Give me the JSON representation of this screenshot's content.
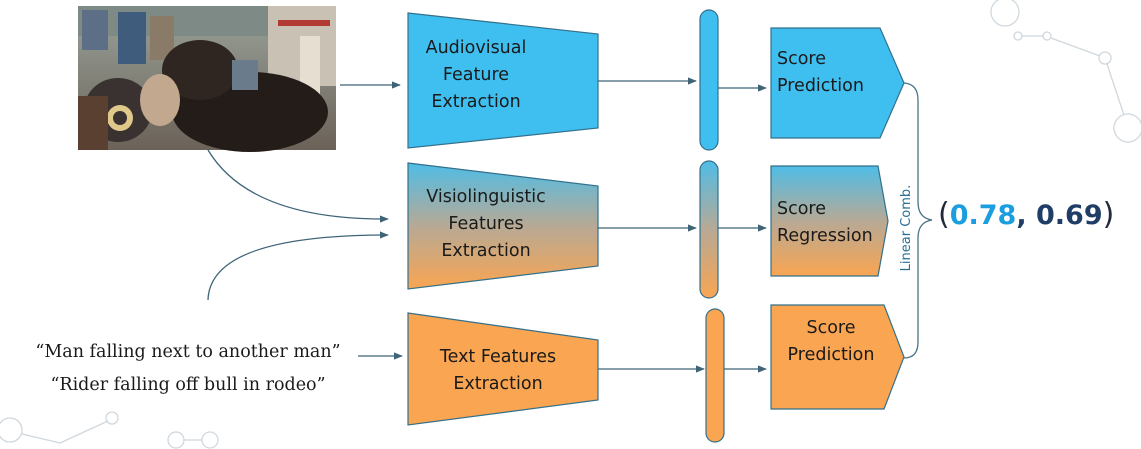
{
  "frame": {
    "icon": "rodeo-photo"
  },
  "inputs": {
    "captions": [
      "“Man falling next to another man”",
      "“Rider falling off bull in rodeo”"
    ]
  },
  "extractors": [
    {
      "lines": [
        "Audiovisual",
        "Feature",
        "Extraction"
      ]
    },
    {
      "lines": [
        "Visiolinguistic",
        "Features",
        "Extraction"
      ]
    },
    {
      "lines": [
        "Text Features",
        "Extraction"
      ]
    }
  ],
  "heads": [
    {
      "lines": [
        "Score",
        "Prediction"
      ]
    },
    {
      "lines": [
        "Score",
        "Regression"
      ]
    },
    {
      "lines": [
        "Score",
        "Prediction"
      ]
    }
  ],
  "combiner": {
    "label": "Linear Comb."
  },
  "result": {
    "open": "(",
    "value_a": "0.78",
    "sep": ", ",
    "value_b": "0.69",
    "close": ")"
  },
  "colors": {
    "blue": "#3fbff0",
    "orange": "#f9a552",
    "result_a": "#1a9ee0",
    "result_b": "#1f3d66"
  }
}
